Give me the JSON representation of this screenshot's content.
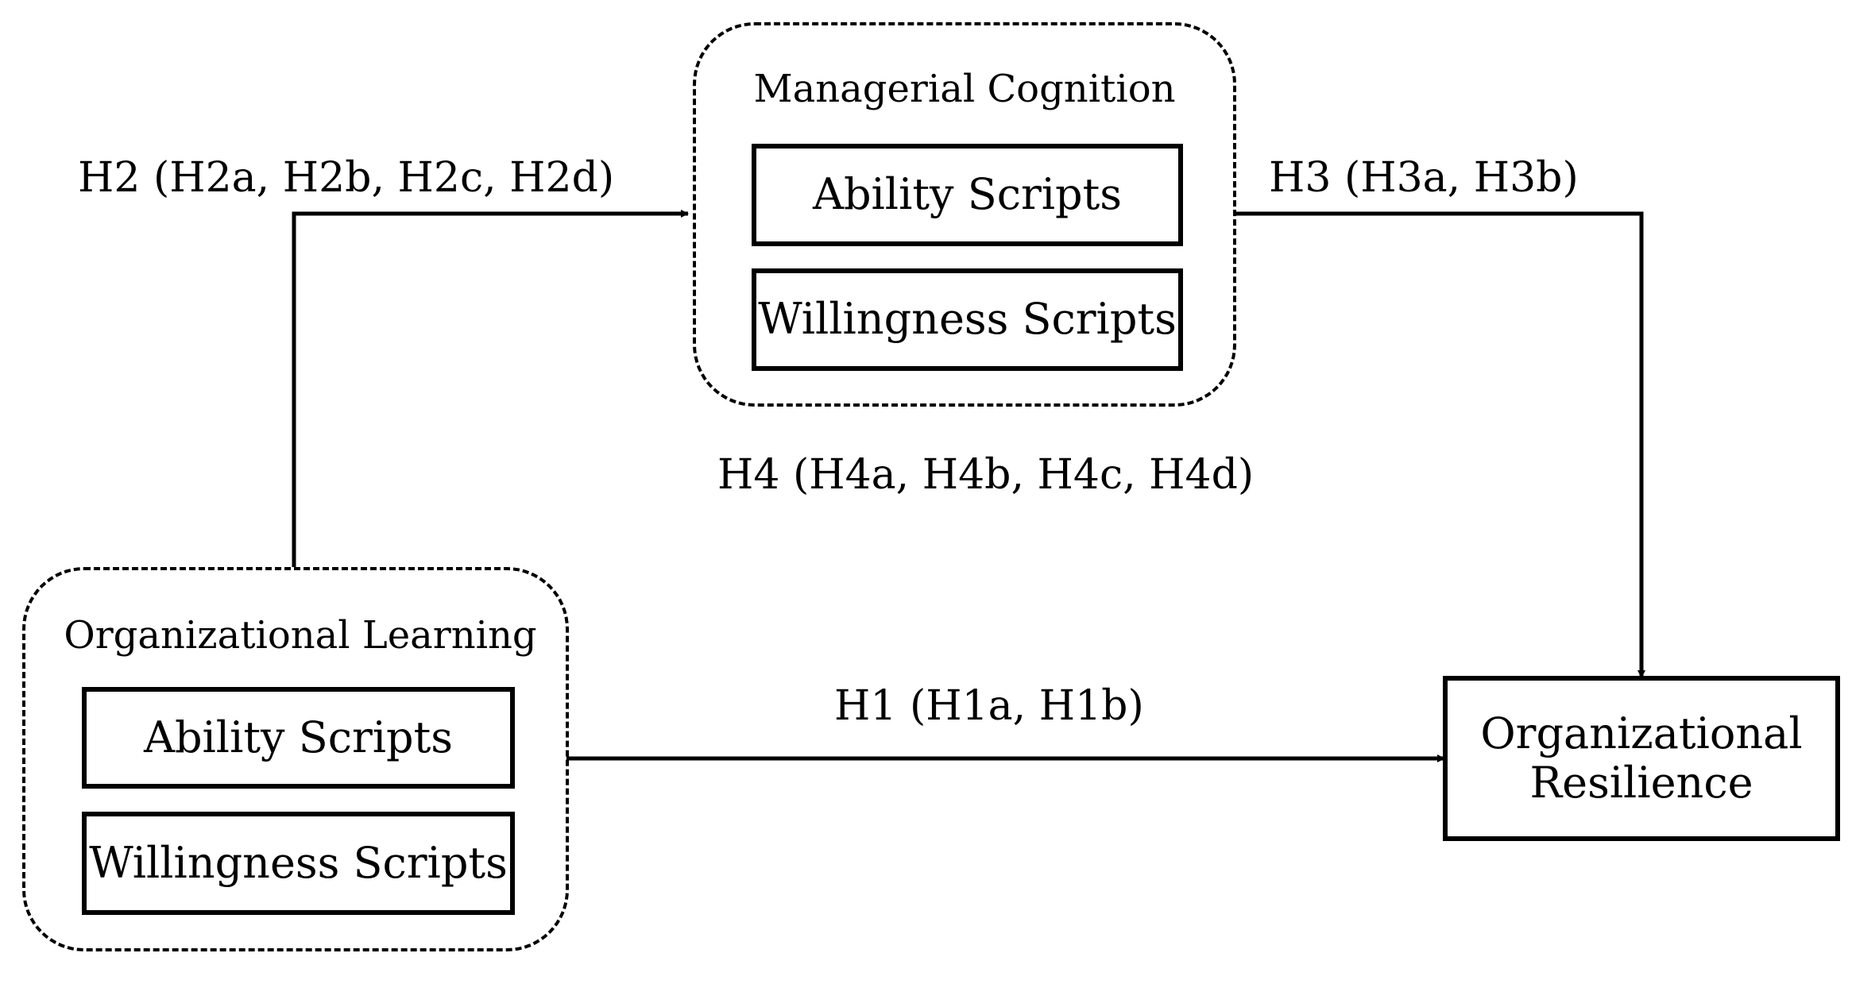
{
  "managerial_cognition": {
    "title": "Managerial Cognition",
    "ability": "Ability Scripts",
    "willingness": "Willingness Scripts"
  },
  "organizational_learning": {
    "title": "Organizational Learning",
    "ability": "Ability Scripts",
    "willingness": "Willingness Scripts"
  },
  "outcome": {
    "line1": "Organizational",
    "line2": "Resilience"
  },
  "hypotheses": {
    "h1": "H1 (H1a, H1b)",
    "h2": "H2 (H2a, H2b, H2c, H2d)",
    "h3": "H3 (H3a, H3b)",
    "h4": "H4 (H4a, H4b, H4c, H4d)"
  }
}
